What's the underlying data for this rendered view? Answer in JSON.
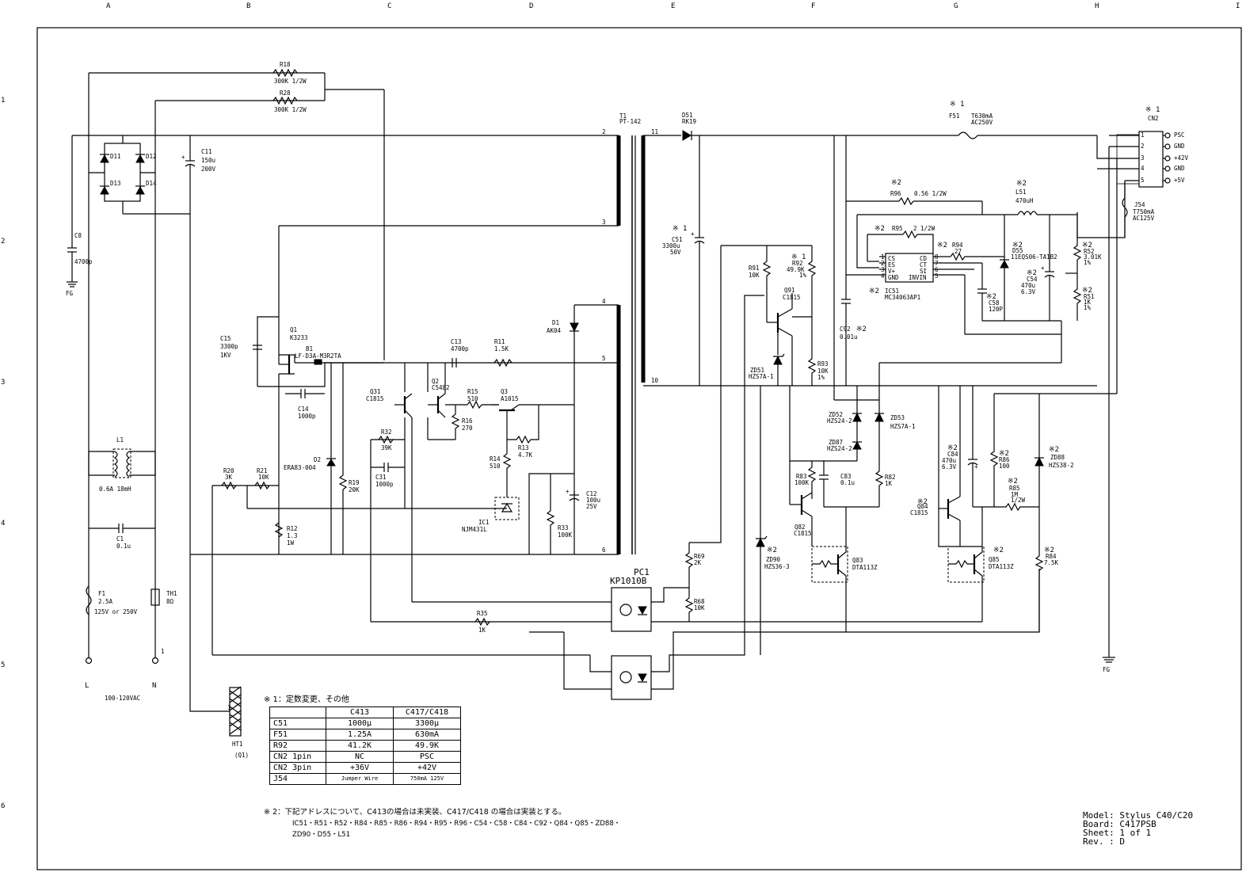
{
  "grid": {
    "columns": [
      "A",
      "B",
      "C",
      "D",
      "E",
      "F",
      "G",
      "H",
      "I"
    ],
    "rows": [
      "1",
      "2",
      "3",
      "4",
      "5",
      "6"
    ]
  },
  "components": {
    "R18": {
      "ref": "R18",
      "value": "300K 1/2W"
    },
    "R28": {
      "ref": "R28",
      "value": "300K 1/2W"
    },
    "T1": {
      "ref": "T1",
      "value": "PT-142"
    },
    "D51": {
      "ref": "D51",
      "value": "RK19"
    },
    "F51": {
      "ref": "F51",
      "value": "T630mA",
      "rating": "AC250V",
      "mark": "※ 1"
    },
    "CN2": {
      "ref": "CN2",
      "mark": "※ 1",
      "pins": [
        "PSC",
        "GND",
        "+42V",
        "GND",
        "+5V"
      ]
    },
    "D11": "D11",
    "D12": "D12",
    "D13": "D13",
    "D14": "D14",
    "C11": {
      "ref": "C11",
      "value": "150u",
      "rating": "200V"
    },
    "C8": {
      "ref": "C8",
      "value": "4700p"
    },
    "FG": "FG",
    "C51": {
      "ref": "C51",
      "value": "3300u",
      "rating": "50V",
      "mark": "※ 1"
    },
    "R96": {
      "ref": "R96",
      "value": "0.56 1/2W",
      "mark": "※2"
    },
    "L51": {
      "ref": "L51",
      "value": "470uH",
      "mark": "※2"
    },
    "J54": {
      "ref": "J54",
      "value": "T750mA",
      "rating": "AC125V"
    },
    "R95": {
      "ref": "R95",
      "value": "2 1/2W",
      "mark": "※2"
    },
    "R94": {
      "ref": "R94",
      "value": "27",
      "mark": "※2"
    },
    "D55": {
      "ref": "D55",
      "value": "11EQS06-TA1B2",
      "mark": "※2"
    },
    "R52": {
      "ref": "R52",
      "value": "3.01K",
      "tol": "1%",
      "mark": "※2"
    },
    "C54": {
      "ref": "C54",
      "value": "470u",
      "rating": "6.3V",
      "mark": "※2"
    },
    "R51": {
      "ref": "R51",
      "value": "1K",
      "tol": "1%",
      "mark": "※2"
    },
    "IC51": {
      "ref": "IC51",
      "value": "MC34063AP1",
      "mark": "※2",
      "pins": [
        "CS",
        "ES",
        "V+",
        "GND",
        "CD",
        "CT",
        "SI",
        "INVIN"
      ]
    },
    "C58": {
      "ref": "C58",
      "value": "120P",
      "mark": "※2"
    },
    "C92": {
      "ref": "C92",
      "value": "0.01u",
      "mark": "※2"
    },
    "R91": {
      "ref": "R91",
      "value": "10K"
    },
    "R92": {
      "ref": "R92",
      "value": "49.9K",
      "tol": "1%",
      "mark": "※ 1"
    },
    "Q91": {
      "ref": "Q91",
      "value": "C1815"
    },
    "ZD51": {
      "ref": "ZD51",
      "value": "HZS7A-1"
    },
    "R93": {
      "ref": "R93",
      "value": "10K",
      "tol": "1%"
    },
    "C15": {
      "ref": "C15",
      "value": "3300p",
      "rating": "1KV"
    },
    "Q1": {
      "ref": "Q1",
      "value": "K3233"
    },
    "B1": {
      "ref": "B1",
      "value": "LF-D3A-M3R2TA"
    },
    "C14": {
      "ref": "C14",
      "value": "1000p"
    },
    "C13": {
      "ref": "C13",
      "value": "4700p"
    },
    "R11": {
      "ref": "R11",
      "value": "1.5K"
    },
    "D1": {
      "ref": "D1",
      "value": "AK04"
    },
    "Q31": {
      "ref": "Q31",
      "value": "C1815"
    },
    "Q2": {
      "ref": "Q2",
      "value": "C5482"
    },
    "R15": {
      "ref": "R15",
      "value": "510"
    },
    "Q3": {
      "ref": "Q3",
      "value": "A1015"
    },
    "R16": {
      "ref": "R16",
      "value": "270"
    },
    "R32": {
      "ref": "R32",
      "value": "39K"
    },
    "C31": {
      "ref": "C31",
      "value": "1000p"
    },
    "R13": {
      "ref": "R13",
      "value": "4.7K"
    },
    "R14": {
      "ref": "R14",
      "value": "510"
    },
    "L1": {
      "ref": "L1",
      "value": "0.6A 18mH"
    },
    "R20": {
      "ref": "R20",
      "value": "3K"
    },
    "R21": {
      "ref": "R21",
      "value": "10K"
    },
    "D2": {
      "ref": "D2",
      "value": "ERA83-004"
    },
    "R19": {
      "ref": "R19",
      "value": "20K"
    },
    "C12": {
      "ref": "C12",
      "value": "100u",
      "rating": "25V"
    },
    "R33": {
      "ref": "R33",
      "value": "100K"
    },
    "IC1": {
      "ref": "IC1",
      "value": "NJM431L"
    },
    "C1": {
      "ref": "C1",
      "value": "0.1u"
    },
    "R12": {
      "ref": "R12",
      "value": "1.3",
      "rating": "1W"
    },
    "ZD52": {
      "ref": "ZD52",
      "value": "HZS24-2"
    },
    "ZD53": {
      "ref": "ZD53",
      "value": "HZS7A-1"
    },
    "ZD87": {
      "ref": "ZD87",
      "value": "HZS24-2"
    },
    "R83": {
      "ref": "R83",
      "value": "100K"
    },
    "C83": {
      "ref": "C83",
      "value": "0.1u"
    },
    "R82": {
      "ref": "R82",
      "value": "1K"
    },
    "Q82": {
      "ref": "Q82",
      "value": "C1815"
    },
    "Q83": {
      "ref": "Q83",
      "value": "DTA113Z"
    },
    "ZD90": {
      "ref": "ZD90",
      "value": "HZS36-3",
      "mark": "※2"
    },
    "R69": {
      "ref": "R69",
      "value": "2K"
    },
    "R68": {
      "ref": "R68",
      "value": "10K"
    },
    "PC1": {
      "ref": "PC1",
      "value": "KP1010B"
    },
    "R35": {
      "ref": "R35",
      "value": "1K"
    },
    "C84": {
      "ref": "C84",
      "value": "470u",
      "rating": "6.3V",
      "mark": "※2"
    },
    "R86": {
      "ref": "R86",
      "value": "100",
      "mark": "※2"
    },
    "ZD88": {
      "ref": "ZD88",
      "value": "HZS38-2",
      "mark": "※2"
    },
    "R85": {
      "ref": "R85",
      "value": "1M",
      "rating": "1/2W",
      "mark": "※2"
    },
    "Q84": {
      "ref": "Q84",
      "value": "C1815",
      "mark": "※2"
    },
    "Q85": {
      "ref": "Q85",
      "value": "DTA113Z",
      "mark": "※2"
    },
    "R84": {
      "ref": "R84",
      "value": "7.5K",
      "mark": "※2"
    },
    "F1": {
      "ref": "F1",
      "value": "2.5A",
      "rating": "125V or 250V"
    },
    "TH1": {
      "ref": "TH1",
      "value": "8Ω"
    },
    "HT1": {
      "ref": "HT1",
      "value": "(Q1)"
    },
    "L": "L",
    "N": "N",
    "pin1": "1",
    "input": "100-120VAC"
  },
  "pins": {
    "t2": "2",
    "t3": "3",
    "t4": "4",
    "t5": "5",
    "t6": "6",
    "t11": "11",
    "t10": "10",
    "b1": "1",
    "b2": "2",
    "b3": "3",
    "b4": "4",
    "b5": "5",
    "i1": "1",
    "i2": "2",
    "i3": "3",
    "i4": "4",
    "i5": "5",
    "i6": "6",
    "i7": "7",
    "i8": "8"
  },
  "notes": {
    "note1": "※ 1：定数変更、その他",
    "table": {
      "header": [
        "",
        "C413",
        "C417/C418"
      ],
      "rows": [
        [
          "C51",
          "1000μ",
          "3300μ"
        ],
        [
          "F51",
          "1.25A",
          "630mA"
        ],
        [
          "R92",
          "41.2K",
          "49.9K"
        ],
        [
          "CN2 1pin",
          "NC",
          "PSC"
        ],
        [
          "CN2 3pin",
          "+36V",
          "+42V"
        ],
        [
          "J54",
          "Jumper Wire",
          "750mA 125V"
        ]
      ]
    },
    "note2": "※ 2：下記アドレスについて、C413の場合は未実装、C417/C418 の場合は実装とする。",
    "note2_list1": "IC51・R51・R52・R84・R85・R86・R94・R95・R96・C54・C58・C84・C92・Q84・Q85・ZD88・",
    "note2_list2": "ZD90・D55・L51"
  },
  "titleblock": {
    "model": "Model: Stylus C40/C20",
    "board": "Board: C417PSB",
    "sheet": "Sheet: 1 of 1",
    "rev": "Rev. : D"
  }
}
